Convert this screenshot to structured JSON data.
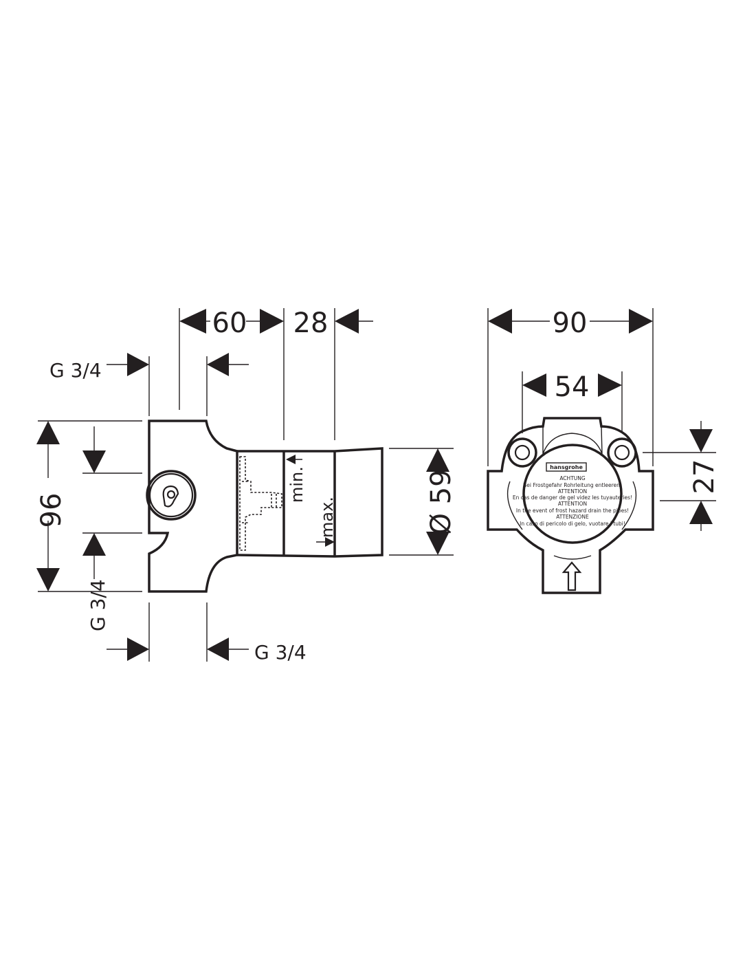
{
  "side_view": {
    "dim_width_body": "60",
    "dim_width_extension": "28",
    "dim_height": "96",
    "dim_diameter": "Ø 59",
    "thread_top": "G 3/4",
    "thread_bottom_left": "G 3/4",
    "thread_bottom_right": "G 3/4",
    "depth_min": "min.",
    "depth_max": "max."
  },
  "front_view": {
    "dim_total_width": "90",
    "dim_hole_spacing": "54",
    "dim_hole_offset": "27",
    "label": {
      "brand": "hansgrohe",
      "lines": [
        "ACHTUNG",
        "Bei Frostgefahr Rohrleitung entleeren!",
        "ATTENTION",
        "En cas de danger de gel videz les tuyauteries!",
        "ATTENTION",
        "In the event of frost hazard drain the pipes!",
        "ATTENZIONE",
        "In caso di pericolo di gelo, vuotare i tubi!"
      ]
    }
  }
}
